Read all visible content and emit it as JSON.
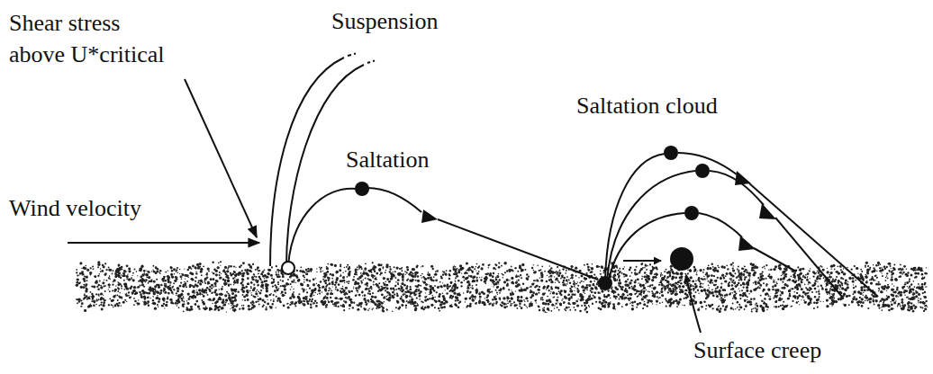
{
  "diagram": {
    "labels": [
      "Shear stress above U*critical",
      "Suspension",
      "Wind velocity",
      "Saltation",
      "Saltation cloud",
      "Surface creep"
    ]
  }
}
